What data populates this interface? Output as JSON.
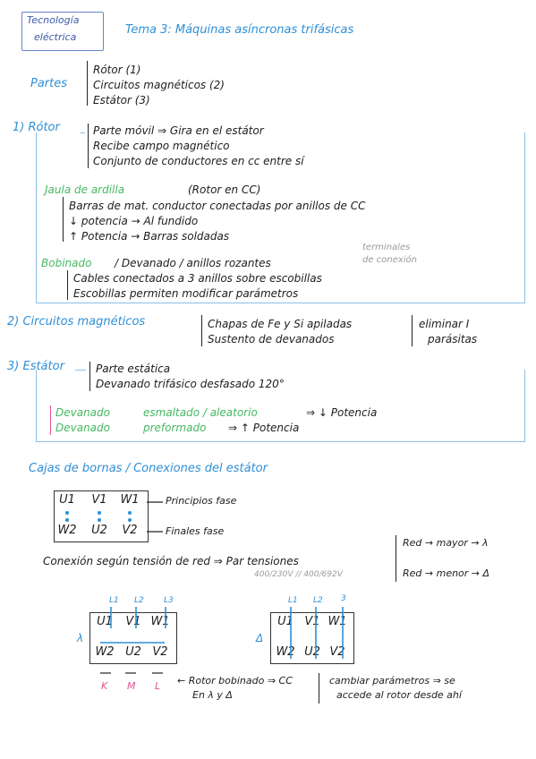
{
  "header": {
    "subject_line1": "Tecnología",
    "subject_line2": "eléctrica",
    "topic": "Tema 3: Máquinas asíncronas trifásicas"
  },
  "partes": {
    "label": "Partes",
    "items": [
      "Rótor (1)",
      "Circuitos magnéticos (2)",
      "Estátor (3)"
    ]
  },
  "rotor": {
    "heading": "1) Rótor",
    "lines": [
      "Parte móvil ⇒ Gira en el estátor",
      "Recibe campo magnético",
      "Conjunto de conductores en cc entre sí"
    ],
    "jaula_title": "Jaula de ardilla",
    "jaula_paren": "(Rotor en CC)",
    "jaula_lines": [
      "Barras de mat. conductor conectadas por anillos de CC",
      "↓ potencia → Al fundido",
      "↑ Potencia → Barras soldadas"
    ],
    "bobinado_title": "Bobinado",
    "bobinado_rest": "/ Devanado / anillos rozantes",
    "bobinado_note1": "terminales",
    "bobinado_note2": "de conexión",
    "bobinado_lines": [
      "Cables conectados a 3 anillos sobre escobillas",
      "Escobillas permiten modificar parámetros"
    ]
  },
  "circuitos": {
    "heading": "2) Circuitos magnéticos",
    "lines": [
      "Chapas de Fe y Si apiladas",
      "Sustento de devanados"
    ],
    "right_lines": [
      "eliminar I",
      "parásitas"
    ]
  },
  "estator": {
    "heading": "3) Estátor",
    "lines": [
      "Parte estática",
      "Devanado trifásico desfasado 120°"
    ],
    "dev1_a": "Devanado",
    "dev1_b": "esmaltado / aleatorio",
    "dev1_c": "⇒ ↓ Potencia",
    "dev2_a": "Devanado",
    "dev2_b": "preformado",
    "dev2_c": "⇒ ↑ Potencia"
  },
  "cajas": {
    "heading": "Cajas de bornas / Conexiones del estátor",
    "top_row": [
      "U1",
      "V1",
      "W1"
    ],
    "bottom_row": [
      "W2",
      "U2",
      "V2"
    ],
    "principios": "Principios fase",
    "finales": "Finales fase",
    "conexion": "Conexión según tensión de red ⇒ Par tensiones",
    "tensiones": "400/230V // 400/692V",
    "red_mayor": "Red → mayor → λ",
    "red_menor": "Red → menor → Δ"
  },
  "diagramas": {
    "star_symbol": "λ",
    "delta_symbol": "Δ",
    "star_lines": [
      "L1",
      "L2",
      "L3"
    ],
    "delta_lines": [
      "L1",
      "L2",
      "3"
    ],
    "kml": [
      "K",
      "M",
      "L"
    ],
    "rotor_note1": "← Rotor bobinado ⇒ CC",
    "rotor_note2": "En λ y Δ",
    "right_note1": "cambiar parámetros ⇒ se",
    "right_note2": "accede al rotor desde ahí"
  },
  "colors": {
    "blue": "#2f8fd6",
    "green": "#45b862",
    "pink": "#e0558e",
    "frame": "#6a86c8"
  }
}
